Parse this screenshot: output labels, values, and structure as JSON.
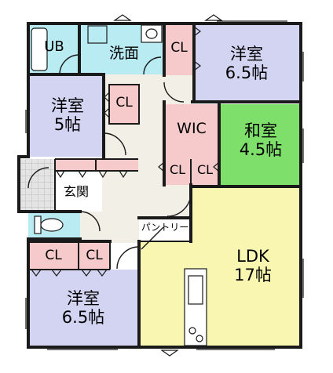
{
  "rooms": {
    "ub": {
      "label": "UB"
    },
    "washroom": {
      "label": "洗面"
    },
    "bedroom_ne": {
      "name": "洋室",
      "size": "6.5帖"
    },
    "bedroom_w": {
      "name": "洋室",
      "size": "5帖"
    },
    "wic": {
      "label": "WIC"
    },
    "washitsu": {
      "name": "和室",
      "size": "4.5帖"
    },
    "genkan": {
      "label": "玄関"
    },
    "pantry": {
      "label": "パントリー"
    },
    "ldk": {
      "name": "LDK",
      "size": "17帖"
    },
    "bedroom_sw": {
      "name": "洋室",
      "size": "6.5帖"
    }
  },
  "closets": {
    "washroom_cl": "CL",
    "bedroom_w_cl": "CL",
    "wic_cl_left": "CL",
    "wic_cl_right": "CL",
    "sw_cl_left": "CL",
    "sw_cl_right": "CL"
  },
  "colors": {
    "wall": "#1a1a1a",
    "bedroom": "#d3d3f2",
    "wet_area": "#b9ecf2",
    "closet": "#f6caca",
    "washitsu": "#7ee06a",
    "ldk": "#f8f6b0",
    "hall": "#f2efe6",
    "entry_tile": "#e2e2e2"
  }
}
